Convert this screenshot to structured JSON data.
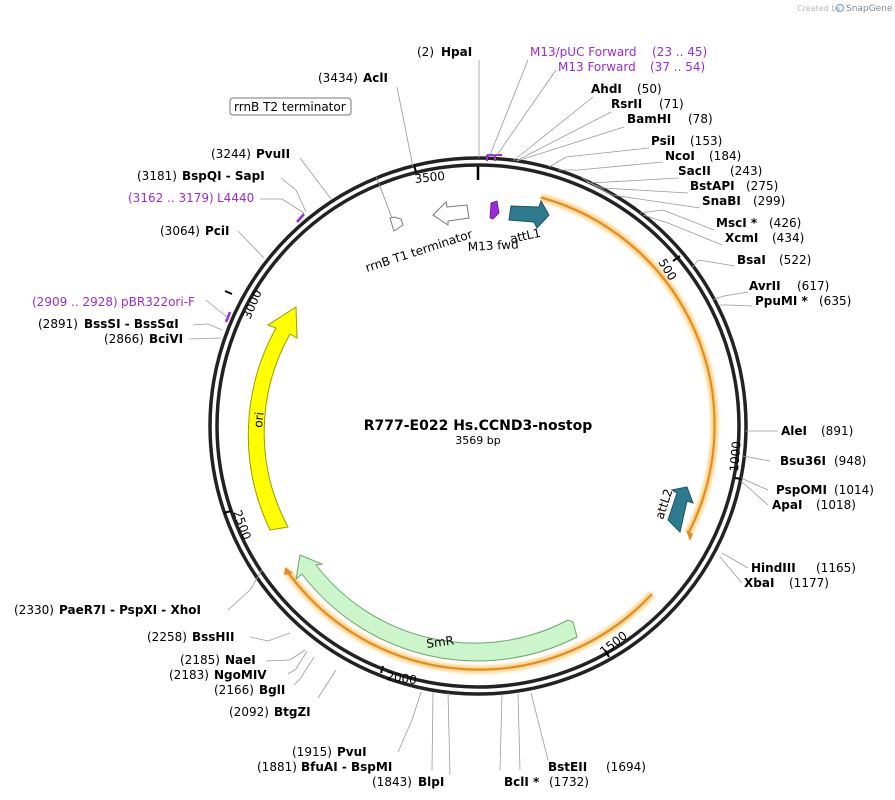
{
  "credit": {
    "prefix": "Created by",
    "brand": "SnapGene"
  },
  "title": "R777-E022 Hs.CCND3-nostop",
  "length": "3569 bp",
  "ticks": [
    "500",
    "1000",
    "1500",
    "2000",
    "2500",
    "3000",
    "3500"
  ],
  "features": {
    "attL1": "attL1",
    "attL2": "attL2",
    "m13fwd": "M13 fwd",
    "rrnB_T1": "rrnB T1 terminator",
    "rrnB_T2": "rrnB T2 terminator",
    "ori": "ori",
    "smr": "SmR"
  },
  "sites": [
    {
      "name": "HpaI",
      "pos": "(2)"
    },
    {
      "name": "M13/pUC Forward",
      "pos": "(23 .. 45)"
    },
    {
      "name": "M13 Forward",
      "pos": "(37 .. 54)"
    },
    {
      "name": "AhdI",
      "pos": "(50)"
    },
    {
      "name": "RsrII",
      "pos": "(71)"
    },
    {
      "name": "BamHI",
      "pos": "(78)"
    },
    {
      "name": "PsiI",
      "pos": "(153)"
    },
    {
      "name": "NcoI",
      "pos": "(184)"
    },
    {
      "name": "SacII",
      "pos": "(243)"
    },
    {
      "name": "BstAPI",
      "pos": "(275)"
    },
    {
      "name": "SnaBI",
      "pos": "(299)"
    },
    {
      "name": "MscI *",
      "pos": "(426)"
    },
    {
      "name": "XcmI",
      "pos": "(434)"
    },
    {
      "name": "BsaI",
      "pos": "(522)"
    },
    {
      "name": "AvrII",
      "pos": "(617)"
    },
    {
      "name": "PpuMI *",
      "pos": "(635)"
    },
    {
      "name": "AleI",
      "pos": "(891)"
    },
    {
      "name": "Bsu36I",
      "pos": "(948)"
    },
    {
      "name": "PspOMI",
      "pos": "(1014)"
    },
    {
      "name": "ApaI",
      "pos": "(1018)"
    },
    {
      "name": "HindIII",
      "pos": "(1165)"
    },
    {
      "name": "XbaI",
      "pos": "(1177)"
    },
    {
      "name": "BstEII",
      "pos": "(1694)"
    },
    {
      "name": "BclI *",
      "pos": "(1732)"
    },
    {
      "name": "BlpI",
      "pos": "(1843)"
    },
    {
      "name": "BfuAI - BspMI",
      "pos": "(1881)"
    },
    {
      "name": "PvuI",
      "pos": "(1915)"
    },
    {
      "name": "BtgZI",
      "pos": "(2092)"
    },
    {
      "name": "BglI",
      "pos": "(2166)"
    },
    {
      "name": "NgoMIV",
      "pos": "(2183)"
    },
    {
      "name": "NaeI",
      "pos": "(2185)"
    },
    {
      "name": "BssHII",
      "pos": "(2258)"
    },
    {
      "name": "PaeR7I - PspXI - XhoI",
      "pos": "(2330)"
    },
    {
      "name": "BciVI",
      "pos": "(2866)"
    },
    {
      "name": "BssSI - BssSαI",
      "pos": "(2891)"
    },
    {
      "name": "pBR322ori-F",
      "pos": "(2909 .. 2928)"
    },
    {
      "name": "PciI",
      "pos": "(3064)"
    },
    {
      "name": "L4440",
      "pos": "(3162 .. 3179)"
    },
    {
      "name": "BspQI - SapI",
      "pos": "(3181)"
    },
    {
      "name": "PvuII",
      "pos": "(3244)"
    },
    {
      "name": "AclI",
      "pos": "(3434)"
    }
  ]
}
